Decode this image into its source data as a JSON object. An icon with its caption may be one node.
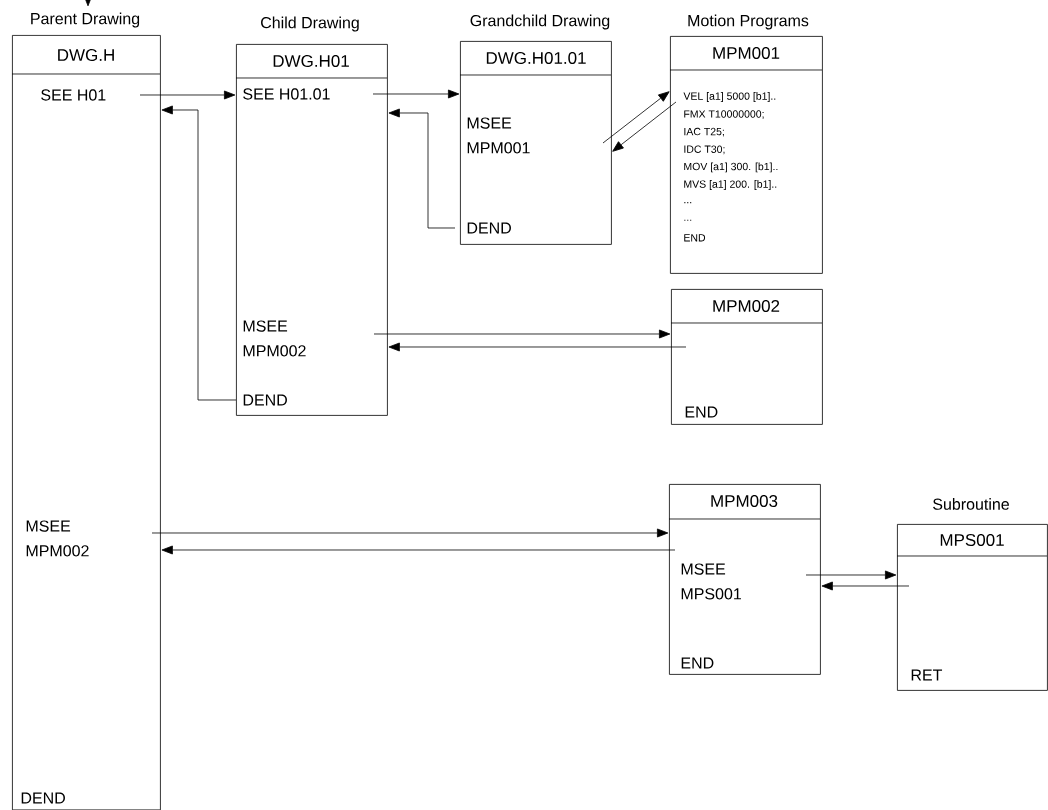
{
  "diagram": {
    "nodes": [
      {
        "text": [
          "DWG.H",
          "SEE H01",
          "MSEE MPM002",
          "DEND"
        ],
        "beside": [
          "Parent Drawing"
        ]
      },
      {
        "text": [
          "DWG.H01",
          "SEE H01.01",
          "MSEE MPM002",
          "DEND"
        ],
        "beside": [
          "Child Drawing"
        ]
      },
      {
        "text": [
          "DWG.H01.01",
          "MSEE MPM001",
          "DEND"
        ],
        "beside": [
          "Grandchild Drawing"
        ]
      },
      {
        "text": [
          "MPM001",
          "VEL [a1] 5000 [b1]..",
          "FMX T10000000;",
          "IAC T25;",
          "IDC T30;",
          "MOV [a1] 300. [b1]..",
          "MVS [a1] 200. [b1]..",
          "...",
          "...",
          "END"
        ],
        "beside": [
          "Motion Programs"
        ]
      },
      {
        "text": [
          "MPM002",
          "END"
        ]
      },
      {
        "text": [
          "MPM003",
          "MSEE MPS001",
          "END"
        ]
      },
      {
        "text": [
          "MPS001",
          "RET"
        ],
        "beside": [
          "Subroutine"
        ]
      }
    ],
    "edges": [
      {
        "from": null,
        "to": 0,
        "arrow": "to"
      },
      {
        "from": 0,
        "to": 1,
        "arrow": "to"
      },
      {
        "from": 1,
        "to": 0,
        "arrow": "to"
      },
      {
        "from": 1,
        "to": 2,
        "arrow": "to"
      },
      {
        "from": 2,
        "to": 1,
        "arrow": "to"
      },
      {
        "from": 2,
        "to": 3,
        "arrow": "to"
      },
      {
        "from": 3,
        "to": 2,
        "arrow": "to"
      },
      {
        "from": 1,
        "to": 4,
        "arrow": "to"
      },
      {
        "from": 4,
        "to": 1,
        "arrow": "to"
      },
      {
        "from": 0,
        "to": 5,
        "arrow": "to"
      },
      {
        "from": 5,
        "to": 0,
        "arrow": "to"
      },
      {
        "from": 5,
        "to": 6,
        "arrow": "to"
      },
      {
        "from": 6,
        "to": 5,
        "arrow": "to"
      }
    ]
  }
}
